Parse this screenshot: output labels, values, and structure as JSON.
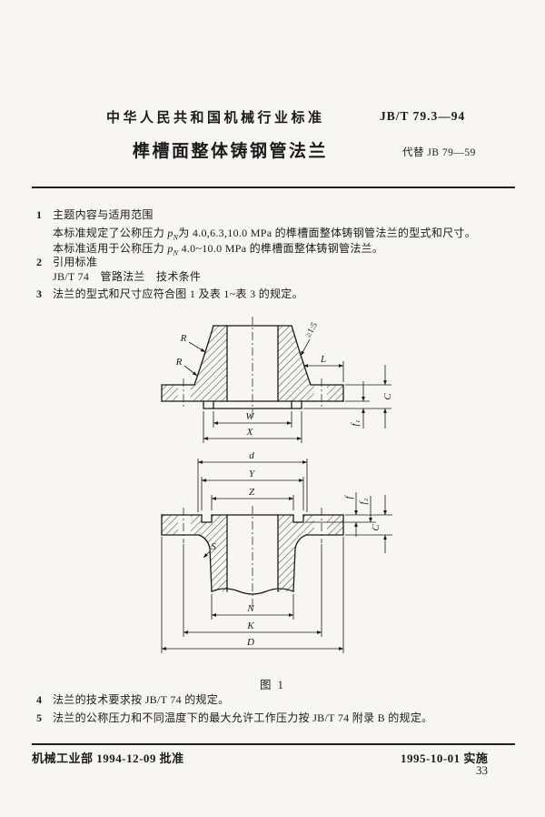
{
  "header": {
    "org_line": "中华人民共和国机械行业标准",
    "code": "JB/T 79.3—94",
    "title": "榫槽面整体铸钢管法兰",
    "replaces": "代替 JB 79—59"
  },
  "body": {
    "s1_num": "1",
    "s1_title": "主题内容与适用范围",
    "s1_p1_pre": "本标准规定了公称压力 ",
    "var_p": "p",
    "var_p_sub": "N",
    "s1_p1_post": "为 4.0,6.3,10.0 MPa 的榫槽面整体铸钢管法兰的型式和尺寸。",
    "s1_p2_pre": "本标准适用于公称压力 ",
    "s1_p2_post": " 4.0~10.0 MPa 的榫槽面整体铸钢管法兰。",
    "s2_num": "2",
    "s2_title": "引用标准",
    "s2_ref": "JB/T 74　管路法兰　技术条件",
    "s3_num": "3",
    "s3_text": "法兰的型式和尺寸应符合图 1 及表 1~表 3 的规定。",
    "s4_num": "4",
    "s4_text": "法兰的技术要求按 JB/T 74 的规定。",
    "s5_num": "5",
    "s5_text": "法兰的公称压力和不同温度下的最大允许工作压力按 JB/T 74 附录 B 的规定。"
  },
  "figure": {
    "caption": "图 1",
    "labels": {
      "R": "R",
      "slope": "≥1:5",
      "L": "L",
      "C": "C",
      "f1": "f₁",
      "W": "W",
      "X": "X",
      "d": "d",
      "Y": "Y",
      "Z": "Z",
      "f": "f",
      "f2": "f₂",
      "S": "S",
      "N": "N",
      "K": "K",
      "D": "D"
    }
  },
  "footer": {
    "approved": "机械工业部 1994-12-09 批准",
    "effective": "1995-10-01 实施",
    "page": "33"
  }
}
